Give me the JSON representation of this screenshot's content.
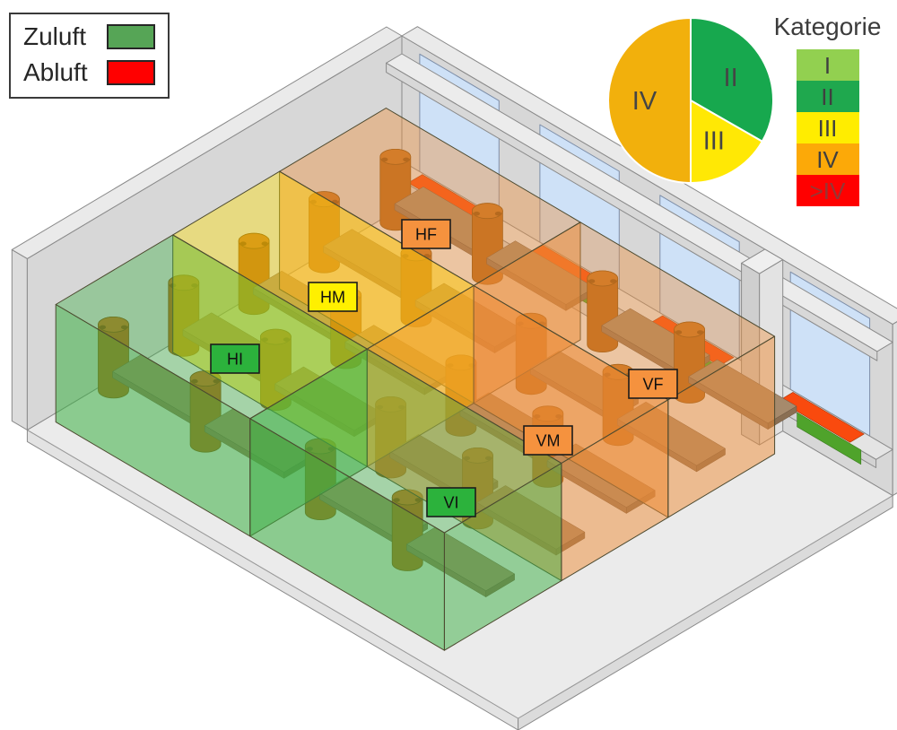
{
  "airflow_legend": {
    "items": [
      {
        "label": "Zuluft",
        "color": "#56A556"
      },
      {
        "label": "Abluft",
        "color": "#FF0000"
      }
    ]
  },
  "chart_data": {
    "type": "pie",
    "slices": [
      {
        "label": "II",
        "value": 33.3,
        "color": "#17A84E"
      },
      {
        "label": "III",
        "value": 16.7,
        "color": "#FFE805"
      },
      {
        "label": "IV",
        "value": 50.0,
        "color": "#F2B00C"
      }
    ],
    "start_angle_deg": -90,
    "direction": "clockwise",
    "label_color": "#454545",
    "legend_title": "Kategorie"
  },
  "kategorie_legend": {
    "title": "Kategorie",
    "items": [
      {
        "label": "I",
        "color": "#92D050",
        "text_color": "#3F3F3F"
      },
      {
        "label": "II",
        "color": "#1FA84E",
        "text_color": "#3F3F3F"
      },
      {
        "label": "III",
        "color": "#FFED00",
        "text_color": "#3F3F3F"
      },
      {
        "label": "IV",
        "color": "#FCA908",
        "text_color": "#3F3F3F"
      },
      {
        "label": ">IV",
        "color": "#FF0000",
        "text_color": "#963634"
      }
    ]
  },
  "zones": [
    {
      "id": "HI",
      "label": "HI",
      "category": "II",
      "zone_color": "#3CB043",
      "label_color": "#2CB23C"
    },
    {
      "id": "HM",
      "label": "HM",
      "category": "III",
      "zone_color": "#FFDE00",
      "label_color": "#FFF000"
    },
    {
      "id": "HF",
      "label": "HF",
      "category": "IV",
      "zone_color": "#EE8B35",
      "label_color": "#F5923E"
    },
    {
      "id": "VI",
      "label": "VI",
      "category": "II",
      "zone_color": "#3CB043",
      "label_color": "#2CB23C"
    },
    {
      "id": "VM",
      "label": "VM",
      "category": "IV",
      "zone_color": "#EE8B35",
      "label_color": "#F5923E"
    },
    {
      "id": "VF",
      "label": "VF",
      "category": "IV",
      "zone_color": "#EE8B35",
      "label_color": "#F5923E"
    }
  ],
  "vents": {
    "abluft_color": "#F94A0E",
    "zuluft_color": "#4FA32B"
  },
  "room": {
    "window_count": 4
  }
}
